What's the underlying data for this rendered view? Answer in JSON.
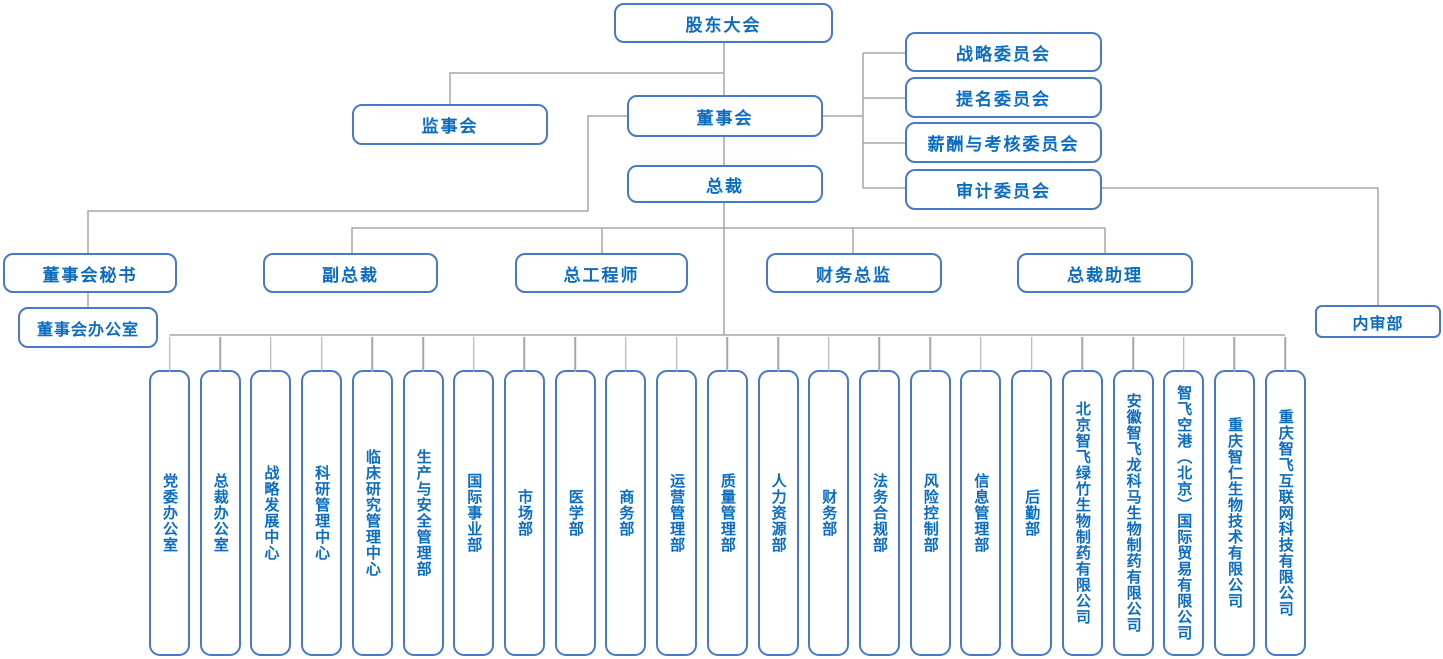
{
  "colors": {
    "box_border": "#4879C5",
    "label_text": "#0C6CC0",
    "connector_line": "#A6A6A6",
    "background": "#FFFFFF"
  },
  "org": {
    "shareholders_meeting": "股东大会",
    "supervisory_board": "监事会",
    "board_of_directors": "董事会",
    "president": "总裁",
    "committees": [
      "战略委员会",
      "提名委员会",
      "薪酬与考核委员会",
      "审计委员会"
    ],
    "executives": [
      "董事会秘书",
      "副总裁",
      "总工程师",
      "财务总监",
      "总裁助理"
    ],
    "board_office": "董事会办公室",
    "internal_audit": "内审部",
    "departments": [
      "党委办公室",
      "总裁办公室",
      "战略发展中心",
      "科研管理中心",
      "临床研究管理中心",
      "生产与安全管理部",
      "国际事业部",
      "市场部",
      "医学部",
      "商务部",
      "运营管理部",
      "质量管理部",
      "人力资源部",
      "财务部",
      "法务合规部",
      "风险控制部",
      "信息管理部",
      "后勤部",
      "北京智飞绿竹生物制药有限公司",
      "安徽智飞龙科马生物制药有限公司",
      "智飞空港（北京）国际贸易有限公司",
      "重庆智仁生物技术有限公司",
      "重庆智飞互联网科技有限公司"
    ]
  }
}
